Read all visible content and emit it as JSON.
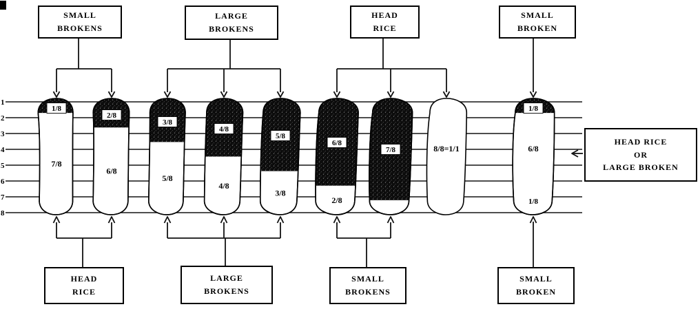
{
  "figure": {
    "line_numbers": [
      "1",
      "2",
      "3",
      "4",
      "5",
      "6",
      "7",
      "8"
    ],
    "grains": [
      {
        "dark_eighths": 1,
        "broken_label": "1/8",
        "head_label": "7/8"
      },
      {
        "dark_eighths": 2,
        "broken_label": "2/8",
        "head_label": "6/8"
      },
      {
        "dark_eighths": 3,
        "broken_label": "3/8",
        "head_label": "5/8"
      },
      {
        "dark_eighths": 4,
        "broken_label": "4/8",
        "head_label": "4/8"
      },
      {
        "dark_eighths": 5,
        "broken_label": "5/8",
        "head_label": "3/8"
      },
      {
        "dark_eighths": 6,
        "broken_label": "6/8",
        "head_label": "2/8"
      },
      {
        "dark_eighths": 7,
        "broken_label": "7/8",
        "head_label": ""
      },
      {
        "dark_eighths": 0,
        "broken_label": "",
        "head_label": "8/8=1/1"
      },
      {
        "dark_eighths": 1,
        "broken_label": "1/8",
        "head_label": "6/8",
        "bottom_label": "1/8"
      }
    ],
    "top_boxes": [
      {
        "text": "SMALL\nBROKENS"
      },
      {
        "text": "LARGE\nBROKENS"
      },
      {
        "text": "HEAD\nRICE"
      },
      {
        "text": "SMALL\nBROKEN"
      }
    ],
    "bottom_boxes": [
      {
        "text": "HEAD\nRICE"
      },
      {
        "text": "LARGE\nBROKENS"
      },
      {
        "text": "SMALL\nBROKENS"
      },
      {
        "text": "SMALL\nBROKEN"
      }
    ],
    "side_box": {
      "text": "HEAD RICE\nOR\nLARGE BROKEN"
    }
  }
}
